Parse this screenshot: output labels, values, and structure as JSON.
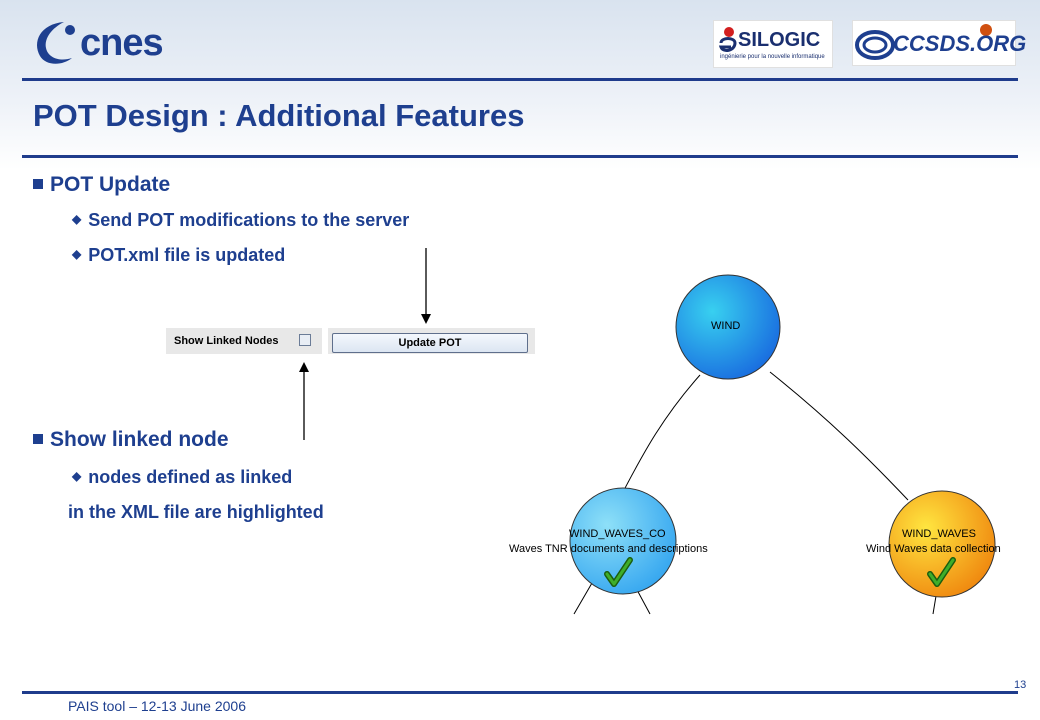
{
  "header": {
    "title": "POT Design : Additional Features",
    "logos": {
      "cnes": "cnes",
      "silogic": "SILOGIC",
      "silogic_tagline": "ingénierie pour la nouvelle informatique",
      "ccsds": "CCSDS.ORG"
    }
  },
  "sections": [
    {
      "heading": "POT Update",
      "items": [
        "Send POT modifications to the server",
        "POT.xml file is updated"
      ]
    },
    {
      "heading": "Show linked node",
      "items": [
        "nodes defined as linked"
      ],
      "continuation": "in the XML file are highlighted"
    }
  ],
  "controls": {
    "show_linked_nodes_label": "Show Linked Nodes",
    "show_linked_nodes_checked": false,
    "update_button_label": "Update POT"
  },
  "graph": {
    "nodes": [
      {
        "name": "WIND",
        "description": "",
        "highlighted": false,
        "color": "#1a8fe6"
      },
      {
        "name": "WIND_WAVES_CO",
        "description": "Waves TNR documents and descriptions",
        "highlighted": true,
        "color": "#5cc4f2"
      },
      {
        "name": "WIND_WAVES",
        "description": "Wind Waves data collection",
        "highlighted": true,
        "color": "#f7c300"
      }
    ],
    "check_icon": "check-mark-icon"
  },
  "footer": {
    "text": "PAIS tool – 12-13 June 2006",
    "page_number": "13"
  },
  "colors": {
    "accent": "#1e3f8f",
    "check_green": "#2e8b1f"
  }
}
